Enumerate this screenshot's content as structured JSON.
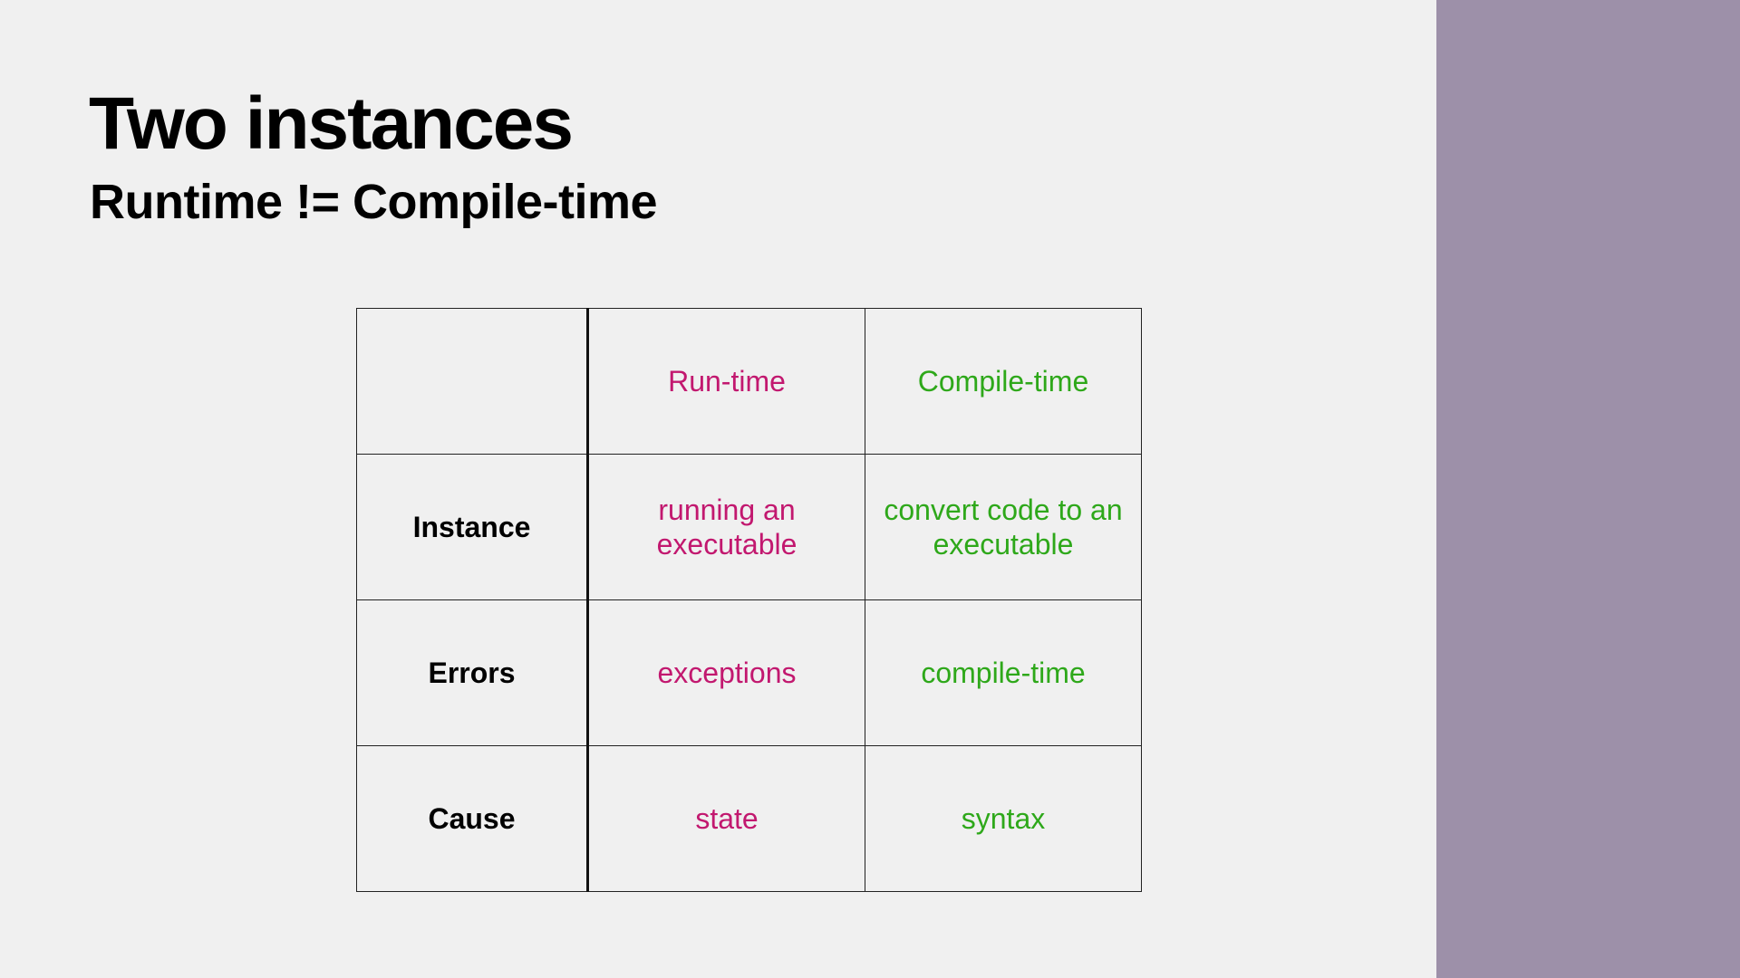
{
  "slide": {
    "title": "Two instances",
    "subtitle": "Runtime != Compile-time",
    "colors": {
      "background": "#f0f0f0",
      "side_band": "#9d90a9",
      "runtime_text": "#c2186f",
      "compiletime_text": "#2ea81a"
    }
  },
  "table": {
    "corner": "",
    "headers": {
      "runtime": "Run-time",
      "compiletime": "Compile-time"
    },
    "rows": [
      {
        "label": "Instance",
        "runtime": "running an executable",
        "compiletime": "convert code to an executable"
      },
      {
        "label": "Errors",
        "runtime": "exceptions",
        "compiletime": "compile-time"
      },
      {
        "label": "Cause",
        "runtime": "state",
        "compiletime": "syntax"
      }
    ]
  }
}
